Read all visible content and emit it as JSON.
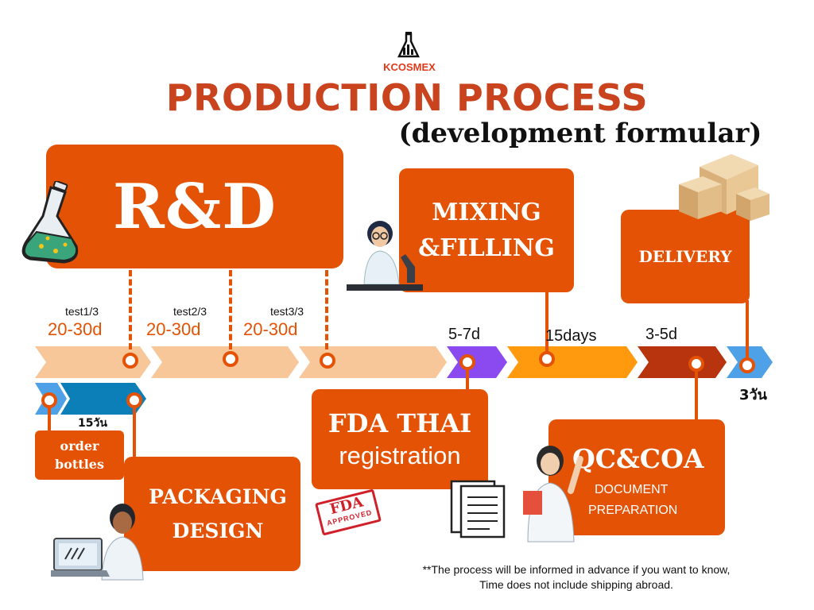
{
  "brand": {
    "name": "KCOSMEX"
  },
  "header": {
    "title": "PRODUCTION PROCESS",
    "subtitle": "(development formular)"
  },
  "stages": {
    "rd": "R&D",
    "mixing_line1": "MIXING",
    "mixing_line2": "&FILLING",
    "delivery": "DELIVERY",
    "order_line1": "order",
    "order_line2": "bottles",
    "packaging_line1": "PACKAGING",
    "packaging_line2": "DESIGN",
    "fda_line1": "FDA THAI",
    "fda_line2": "registration",
    "qc_title": "QC&COA",
    "qc_line1": "DOCUMENT",
    "qc_line2": "PREPARATION"
  },
  "timeline": {
    "test1": "test1/3",
    "test2": "test2/3",
    "test3": "test3/3",
    "dur_rd": "20-30d",
    "dur_fda": "5-7d",
    "dur_mixing": "15days",
    "dur_qc": "3-5d",
    "dur_delivery": "3วัน",
    "dur_bottles": "15วัน"
  },
  "stamp": {
    "line1": "FDA",
    "line2": "APPROVED"
  },
  "footnote": {
    "line1": "**The process will be informed in advance if you want to know,",
    "line2": "Time does not include shipping abroad."
  },
  "colors": {
    "orange": "#e35205",
    "peach": "#f7c79a",
    "purple": "#8a4af0",
    "amber": "#ff9a0e",
    "rust": "#b8340f",
    "blue": "#4ea1e6",
    "dark_blue": "#0c7fb8"
  }
}
